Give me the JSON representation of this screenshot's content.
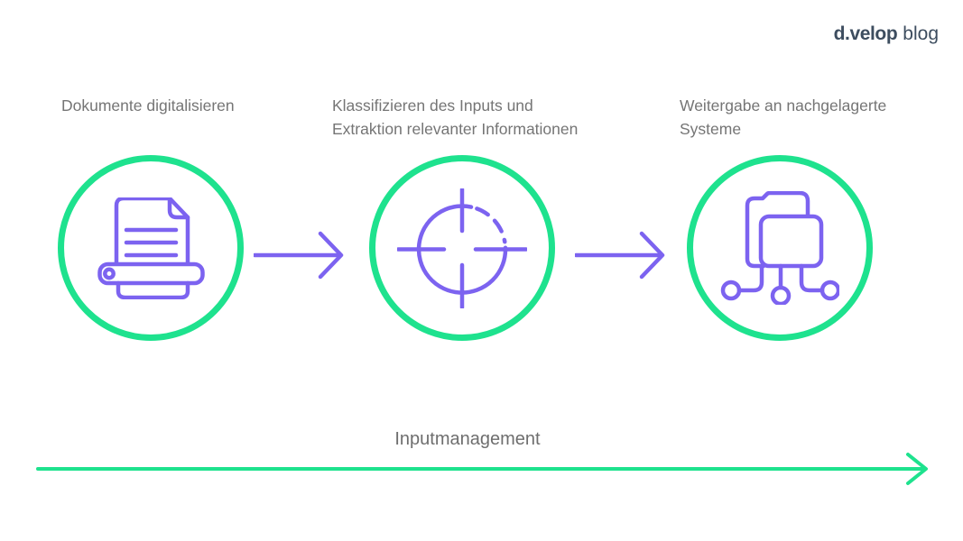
{
  "logo": {
    "brand": "d.velop",
    "suffix": "blog"
  },
  "colors": {
    "green": "#1ee28e",
    "purple": "#7c63f0",
    "text_gray": "#757575",
    "timeline_text": "#6e6e6e",
    "logo_dark": "#3d4d5f",
    "background": "#ffffff"
  },
  "steps": [
    {
      "id": 1,
      "label": "Dokumente digitalisieren",
      "icon": "document-scanner-icon"
    },
    {
      "id": 2,
      "label": "Klassifizieren des Inputs und\nExtraktion relevanter Informationen",
      "icon": "classification-target-icon"
    },
    {
      "id": 3,
      "label": "Weitergabe an nachgelagerte\nSysteme",
      "icon": "folder-distribution-icon"
    }
  ],
  "timeline": {
    "label": "Inputmanagement"
  }
}
